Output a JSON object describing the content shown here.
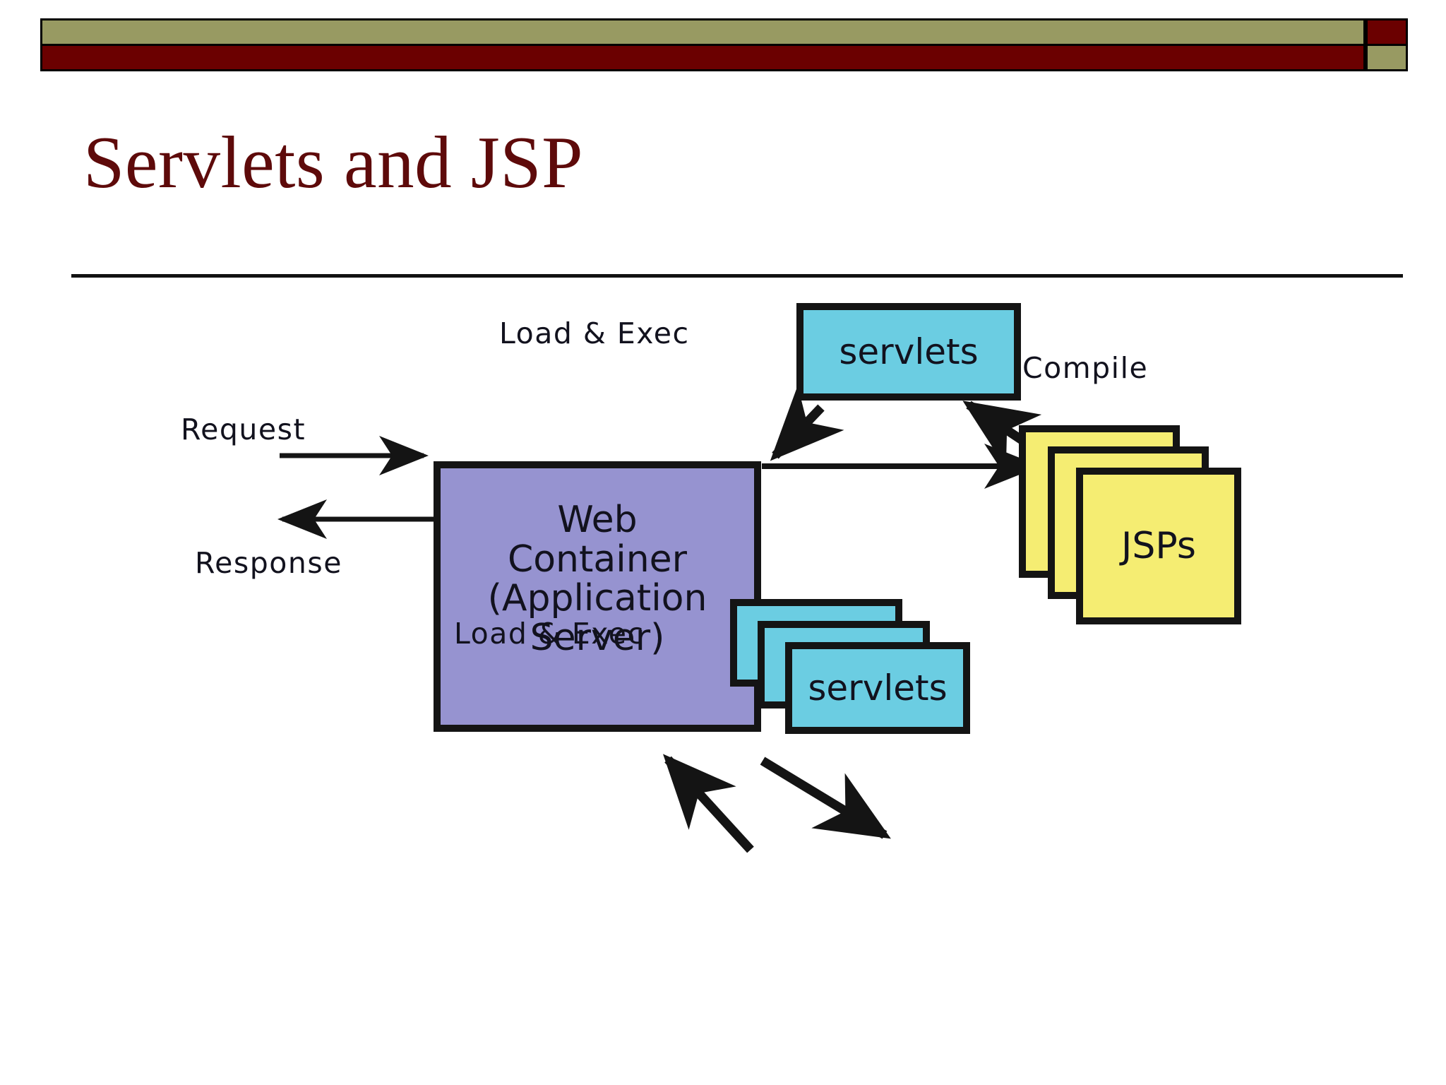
{
  "slide": {
    "title": "Servlets and JSP",
    "title_color": "#5E0A0A",
    "background_color": "#FFFFFF"
  },
  "header_bar": {
    "olive_color": "#989A62",
    "maroon_color": "#6B0000",
    "border_color": "#000000",
    "cells": [
      {
        "name": "top-left",
        "color": "#989A62"
      },
      {
        "name": "top-right",
        "color": "#6B0000"
      },
      {
        "name": "bottom-left",
        "color": "#6B0000"
      },
      {
        "name": "bottom-right",
        "color": "#989A62"
      }
    ]
  },
  "diagram": {
    "colors": {
      "container_fill": "#9693D0",
      "servlet_fill": "#6BCDE2",
      "jsp_fill": "#F5ED72",
      "stroke": "#141414",
      "text": "#12121E"
    },
    "boxes": {
      "web_container": {
        "lines": [
          "Web",
          "Container",
          "(Application",
          "Server)"
        ],
        "fill": "#9693D0"
      },
      "servlets_top": {
        "label": "servlets",
        "fill": "#6BCDE2"
      },
      "servlets_bottom": {
        "label": "servlets",
        "fill": "#6BCDE2",
        "stack_count": 3
      },
      "jsps": {
        "label": "JSPs",
        "fill": "#F5ED72",
        "stack_count": 3
      }
    },
    "labels": {
      "request": "Request",
      "response": "Response",
      "load_exec_top": "Load & Exec",
      "load_exec_bottom": "Load & Exec",
      "compile": "Compile"
    },
    "arrows": [
      {
        "name": "request-arrow",
        "from": "client",
        "to": "web-container",
        "direction": "right"
      },
      {
        "name": "response-arrow",
        "from": "web-container",
        "to": "client",
        "direction": "left"
      },
      {
        "name": "servlets-top-to-container-arrow",
        "from": "servlets-top",
        "to": "web-container",
        "direction": "down-left"
      },
      {
        "name": "jsps-to-servlets-top-arrow",
        "from": "jsps",
        "to": "servlets-top",
        "direction": "up-left"
      },
      {
        "name": "container-to-jsps-arrow",
        "from": "web-container",
        "to": "jsps",
        "direction": "right"
      },
      {
        "name": "container-to-servlets-bottom-arrow",
        "from": "web-container",
        "to": "servlets-bottom",
        "direction": "down-right"
      },
      {
        "name": "servlets-bottom-to-container-arrow",
        "from": "servlets-bottom",
        "to": "web-container",
        "direction": "up-left"
      }
    ]
  }
}
